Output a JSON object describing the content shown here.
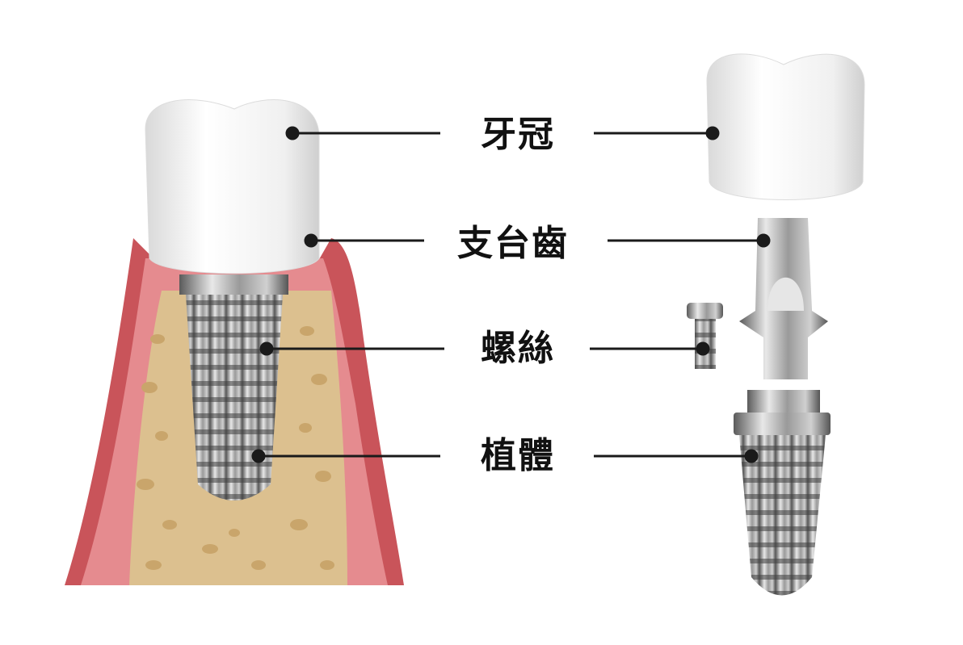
{
  "labels": {
    "crown": "牙冠",
    "abutment": "支台齒",
    "screw": "螺絲",
    "implant": "植體"
  },
  "colors": {
    "gum": "#c9545a",
    "gum_inner": "#e07f84",
    "bone": "#dcc08f",
    "bone_spots": "#c9a56b",
    "crown": "#f2f2f2",
    "metal": "#9a9a9a",
    "line": "#1a1a1a"
  }
}
